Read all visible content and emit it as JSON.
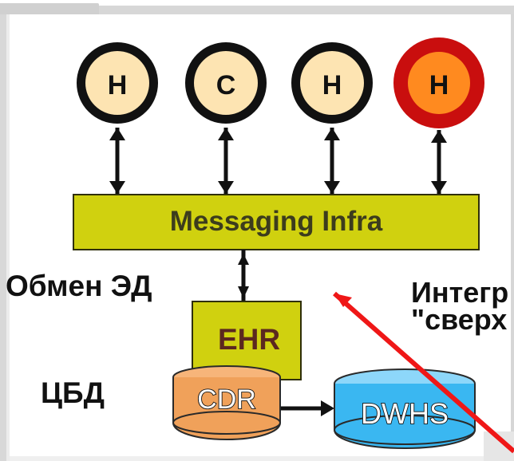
{
  "nodes": [
    {
      "label": "H",
      "fill": "#fde4b2",
      "ring": "#111111",
      "text": "#111111"
    },
    {
      "label": "C",
      "fill": "#fde4b2",
      "ring": "#111111",
      "text": "#111111"
    },
    {
      "label": "H",
      "fill": "#fde4b2",
      "ring": "#111111",
      "text": "#111111"
    },
    {
      "label": "H",
      "fill": "#ff8a1f",
      "ring": "#c90e0e",
      "text": "#111111"
    }
  ],
  "messaging_infra": "Messaging Infra",
  "ehr": "EHR",
  "cdr": "CDR",
  "dwhs": "DWHS",
  "labels": {
    "exchange": "Обмен ЭД",
    "cbd": "ЦБД",
    "integration_line1": "Интегр",
    "integration_line2": "\"сверх"
  },
  "colors": {
    "olive": "#d0d10f",
    "olive_dark": "#2f2f0a",
    "orange_db": "#f0a15a",
    "blue_db": "#3ab7f1",
    "red_arrow": "#ef1717"
  }
}
